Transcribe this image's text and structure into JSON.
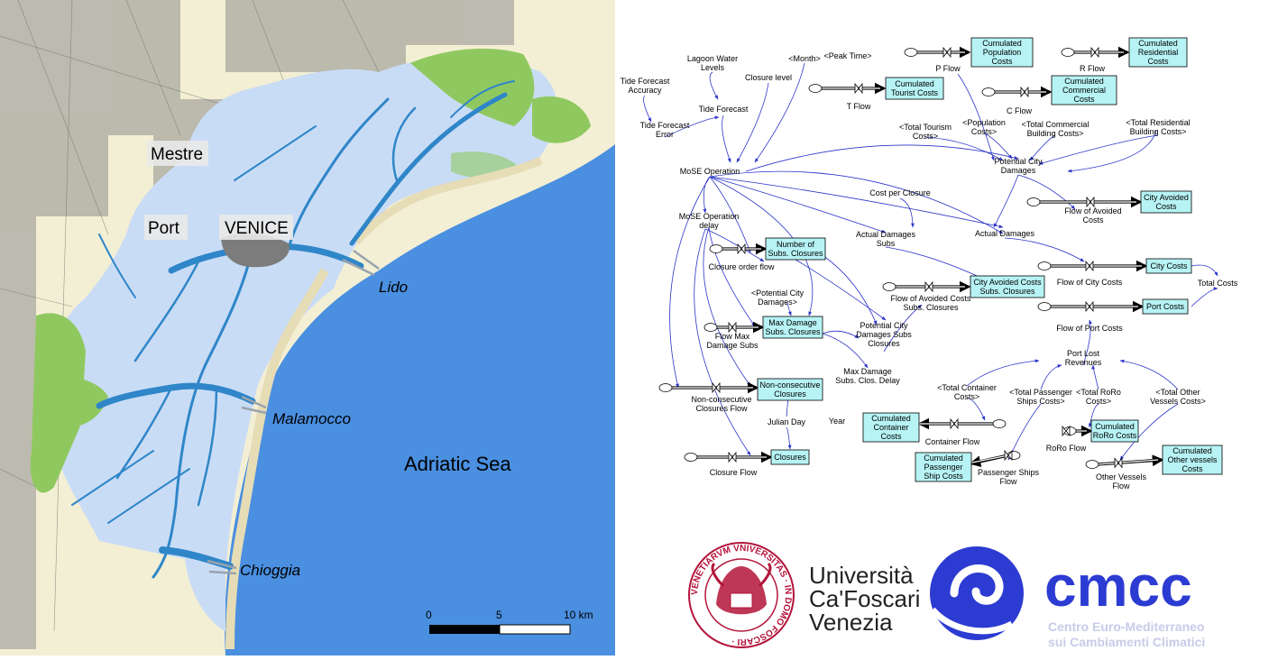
{
  "map": {
    "labels": {
      "mestre": "Mestre",
      "port": "Port",
      "venice": "VENICE",
      "lido": "Lido",
      "malamocco": "Malamocco",
      "chioggia": "Chioggia",
      "adriatic": "Adriatic Sea"
    },
    "scale": {
      "tick0": "0",
      "tick1": "5",
      "tick2": "10 km"
    },
    "colors": {
      "sea": "#4a8fe0",
      "land": "#f3efd4",
      "lagoon": "#c9dcf6",
      "channel": "#2f86c8",
      "wetland": "#90c860",
      "urban": "#7c7c7c"
    }
  },
  "diagram": {
    "stocks": {
      "cum_population": [
        "Cumulated",
        "Population",
        "Costs"
      ],
      "cum_residential": [
        "Cumulated",
        "Residential",
        "Costs"
      ],
      "cum_tourist": [
        "Cumulated",
        "Tourist Costs"
      ],
      "cum_commercial": [
        "Cumulated",
        "Commercial",
        "Costs"
      ],
      "city_avoided": [
        "City Avoided",
        "Costs"
      ],
      "number_subs": [
        "Number of",
        "Subs. Closures"
      ],
      "city_avoided_subs": [
        "City Avoided Costs",
        "Subs. Closures"
      ],
      "city_costs": [
        "City Costs"
      ],
      "port_costs": [
        "Port Costs"
      ],
      "max_damage": [
        "Max Damage",
        "Subs. Closures"
      ],
      "nonconsec": [
        "Non-consecutive",
        "Closures"
      ],
      "closures": [
        "Closures"
      ],
      "cum_container": [
        "Cumulated",
        "Container",
        "Costs"
      ],
      "cum_roro": [
        "Cumulated",
        "RoRo Costs"
      ],
      "cum_passenger": [
        "Cumulated",
        "Passenger",
        "Ship Costs"
      ],
      "cum_other": [
        "Cumulated",
        "Other vessels",
        "Costs"
      ]
    },
    "vars": {
      "month": [
        "<Month>"
      ],
      "peak": [
        "<Peak Time>"
      ],
      "lagoon": [
        "Lagoon Water",
        "Levels"
      ],
      "tfa": [
        "Tide Forecast",
        "Accuracy"
      ],
      "closure_level": [
        "Closure level"
      ],
      "tide_forecast": [
        "Tide Forecast"
      ],
      "tfe": [
        "Tide Forecast",
        "Error"
      ],
      "pflow": [
        "P Flow"
      ],
      "rflow": [
        "R Flow"
      ],
      "tflow": [
        "T Flow"
      ],
      "cflow": [
        "C Flow"
      ],
      "tot_tourism": [
        "<Total Tourism",
        "Costs>"
      ],
      "pop_costs": [
        "<Population",
        "Costs>"
      ],
      "tot_commercial": [
        "<Total Commercial",
        "Building Costs>"
      ],
      "tot_residential": [
        "<Total Residential",
        "Building Costs>"
      ],
      "mose": [
        "MoSE Operation"
      ],
      "pcd": [
        "Potential City",
        "Damages"
      ],
      "cost_per_closure": [
        "Cost per Closure"
      ],
      "flow_avoided": [
        "Flow of Avoided",
        "Costs"
      ],
      "mose_delay": [
        "MoSE Operation",
        "delay"
      ],
      "adsubs": [
        "Actual Damages",
        "Subs"
      ],
      "actual_damages": [
        "Actual Damages"
      ],
      "closure_order": [
        "Closure order flow"
      ],
      "flow_avoided_subs": [
        "Flow of Avoided Costs",
        "Subs. Closures"
      ],
      "flow_city": [
        "Flow of City Costs"
      ],
      "total_costs": [
        "Total Costs"
      ],
      "pcd2": [
        "<Potential City",
        "Damages>"
      ],
      "flow_port": [
        "Flow of Port Costs"
      ],
      "flow_max": [
        "Flow Max",
        "Damage Subs"
      ],
      "pcd_subs": [
        "Potential City",
        "Damages Subs",
        "Closures"
      ],
      "port_lost": [
        "Port Lost",
        "Revenues"
      ],
      "max_delay": [
        "Max Damage",
        "Subs. Clos. Delay"
      ],
      "tot_container": [
        "<Total Container",
        "Costs>"
      ],
      "tot_passenger": [
        "<Total Passenger",
        "Ships Costs>"
      ],
      "tot_roro": [
        "<Total RoRo",
        "Costs>"
      ],
      "tot_other": [
        "<Total Other",
        "Vessels Costs>"
      ],
      "nonconsec_flow": [
        "Non-consecutive",
        "Closures Flow"
      ],
      "julian": [
        "Julian Day"
      ],
      "year": [
        "Year"
      ],
      "container_flow": [
        "Container Flow"
      ],
      "roro_flow": [
        "RoRo Flow"
      ],
      "closure_flow": [
        "Closure Flow"
      ],
      "passenger_flow": [
        "Passenger Ships",
        "Flow"
      ],
      "other_flow": [
        "Other Vessels",
        "Flow"
      ]
    }
  },
  "logos": {
    "unive": {
      "line1": "Università",
      "line2": "Ca'Foscari",
      "line3": "Venezia",
      "seal_text": "VENETIARVM VNIVERSITAS · IN DOMO FOSCARI ·",
      "color": "#b3143a"
    },
    "cmcc": {
      "word": "cmcc",
      "line1": "Centro Euro-Mediterraneo",
      "line2": "sui Cambiamenti Climatici",
      "color": "#2c3bd1",
      "sub_color": "#c8cbe8"
    }
  }
}
